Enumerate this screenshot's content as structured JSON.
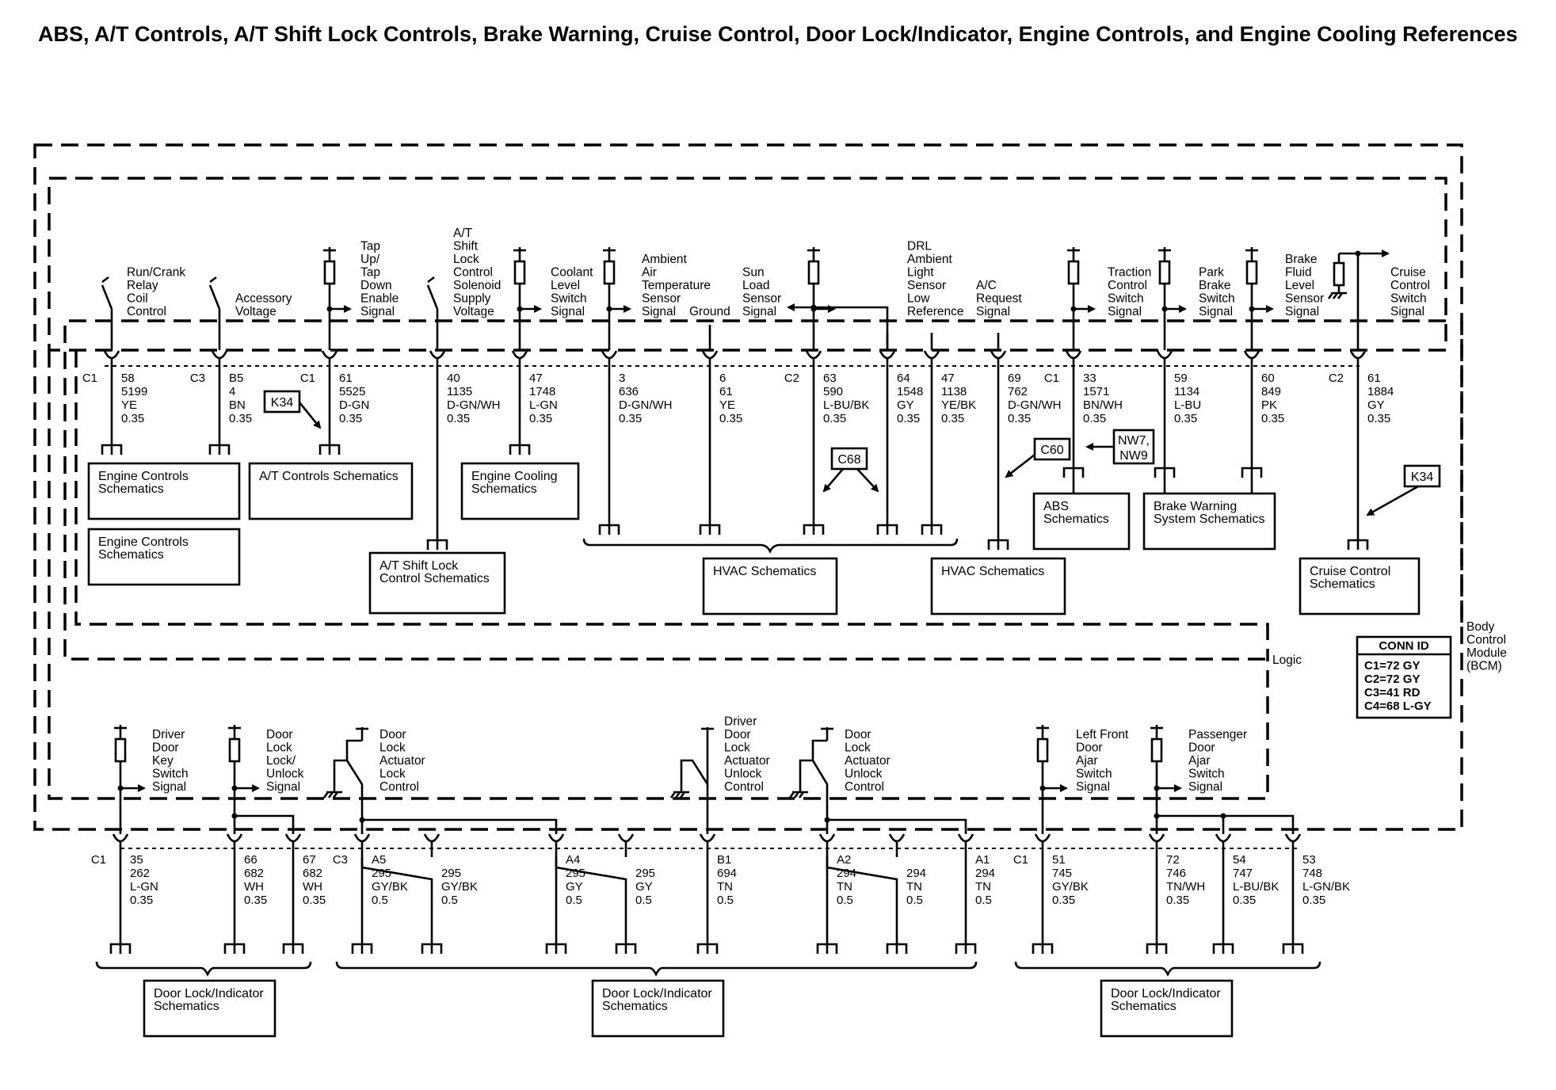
{
  "title": "ABS, A/T Controls, A/T Shift Lock Controls, Brake Warning, Cruise Control, Door Lock/Indicator, Engine Controls, and Engine Cooling References",
  "module_label": [
    "Body",
    "Control",
    "Module",
    "(BCM)"
  ],
  "logic_label": "Logic",
  "conn_id": {
    "header": "CONN ID",
    "lines": [
      "C1=72 GY",
      "C2=72 GY",
      "C3=41 RD",
      "C4=68 L-GY"
    ]
  },
  "top_circuits": [
    {
      "signal": [
        "Run/Crank",
        "Relay",
        "Coil",
        "Control"
      ],
      "connector": "C1",
      "pin": "58",
      "circuit": "5199",
      "color": "YE",
      "size": "0.35"
    },
    {
      "signal": [
        "Accessory",
        "Voltage"
      ],
      "connector": "C3",
      "pin": "B5",
      "circuit": "4",
      "color": "BN",
      "size": "0.35"
    },
    {
      "signal": [
        "Tap",
        "Up/",
        "Tap",
        "Down",
        "Enable",
        "Signal"
      ],
      "connector": "C1",
      "pin": "61",
      "circuit": "5525",
      "color": "D-GN",
      "size": "0.35"
    },
    {
      "signal": [
        "A/T",
        "Shift",
        "Lock",
        "Control",
        "Solenoid",
        "Supply",
        "Voltage"
      ],
      "connector": "",
      "pin": "40",
      "circuit": "1135",
      "color": "D-GN/WH",
      "size": "0.35"
    },
    {
      "signal": [
        "Coolant",
        "Level",
        "Switch",
        "Signal"
      ],
      "connector": "",
      "pin": "47",
      "circuit": "1748",
      "color": "L-GN",
      "size": "0.35"
    },
    {
      "signal": [
        "Ambient",
        "Air",
        "Temperature",
        "Sensor",
        "Signal"
      ],
      "connector": "",
      "pin": "3",
      "circuit": "636",
      "color": "D-GN/WH",
      "size": "0.35"
    },
    {
      "signal": [
        "Ground"
      ],
      "connector": "",
      "pin": "6",
      "circuit": "61",
      "color": "YE",
      "size": "0.35"
    },
    {
      "signal": [
        "Sun",
        "Load",
        "Sensor",
        "Signal"
      ],
      "connector": "C2",
      "pin": "63",
      "circuit": "590",
      "color": "L-BU/BK",
      "size": "0.35"
    },
    {
      "signal": [],
      "connector": "",
      "pin": "64",
      "circuit": "1548",
      "color": "GY",
      "size": "0.35"
    },
    {
      "signal": [
        "DRL",
        "Ambient",
        "Light",
        "Sensor",
        "Low",
        "Reference"
      ],
      "connector": "",
      "pin": "47",
      "circuit": "1138",
      "color": "YE/BK",
      "size": "0.35"
    },
    {
      "signal": [
        "A/C",
        "Request",
        "Signal"
      ],
      "connector": "",
      "pin": "69",
      "circuit": "762",
      "color": "D-GN/WH",
      "size": "0.35"
    },
    {
      "signal": [
        "Traction",
        "Control",
        "Switch",
        "Signal"
      ],
      "connector": "C1",
      "pin": "33",
      "circuit": "1571",
      "color": "BN/WH",
      "size": "0.35"
    },
    {
      "signal": [
        "Park",
        "Brake",
        "Switch",
        "Signal"
      ],
      "connector": "",
      "pin": "59",
      "circuit": "1134",
      "color": "L-BU",
      "size": "0.35"
    },
    {
      "signal": [
        "Brake",
        "Fluid",
        "Level",
        "Sensor",
        "Signal"
      ],
      "connector": "",
      "pin": "60",
      "circuit": "849",
      "color": "PK",
      "size": "0.35"
    },
    {
      "signal": [
        "Cruise",
        "Control",
        "Switch",
        "Signal"
      ],
      "connector": "C2",
      "pin": "61",
      "circuit": "1884",
      "color": "GY",
      "size": "0.35"
    }
  ],
  "top_boxes": [
    [
      "Engine Controls",
      "Schematics"
    ],
    [
      "Engine Controls",
      "Schematics"
    ],
    [
      "A/T Controls Schematics"
    ],
    [
      "Engine Cooling",
      "Schematics"
    ],
    [
      "A/T Shift Lock",
      "Control Schematics"
    ],
    [
      "HVAC Schematics"
    ],
    [
      "HVAC Schematics"
    ],
    [
      "ABS",
      "Schematics"
    ],
    [
      "Brake Warning",
      "System Schematics"
    ],
    [
      "Cruise Control",
      "Schematics"
    ]
  ],
  "tags": [
    "K34",
    "C68",
    "C60",
    "NW7,",
    "NW9",
    "K34"
  ],
  "bottom_signals": [
    [
      "Driver",
      "Door",
      "Key",
      "Switch",
      "Signal"
    ],
    [
      "Door",
      "Lock",
      "Lock/",
      "Unlock",
      "Signal"
    ],
    [
      "Door",
      "Lock",
      "Actuator",
      "Lock",
      "Control"
    ],
    [
      "Driver",
      "Door",
      "Lock",
      "Actuator",
      "Unlock",
      "Control"
    ],
    [
      "Door",
      "Lock",
      "Actuator",
      "Unlock",
      "Control"
    ],
    [
      "Left Front",
      "Door",
      "Ajar",
      "Switch",
      "Signal"
    ],
    [
      "Passenger",
      "Door",
      "Ajar",
      "Switch",
      "Signal"
    ]
  ],
  "bottom_circuits": [
    {
      "connector": "C1",
      "pin": "35",
      "circuit": "262",
      "color": "L-GN",
      "size": "0.35"
    },
    {
      "connector": "",
      "pin": "66",
      "circuit": "682",
      "color": "WH",
      "size": "0.35"
    },
    {
      "connector": "",
      "pin": "67",
      "circuit": "682",
      "color": "WH",
      "size": "0.35"
    },
    {
      "connector": "C3",
      "pin": "A5",
      "circuit": "295",
      "color": "GY/BK",
      "size": "0.5"
    },
    {
      "connector": "",
      "pin": "",
      "circuit": "295",
      "color": "GY/BK",
      "size": "0.5"
    },
    {
      "connector": "",
      "pin": "A4",
      "circuit": "295",
      "color": "GY",
      "size": "0.5"
    },
    {
      "connector": "",
      "pin": "",
      "circuit": "295",
      "color": "GY",
      "size": "0.5"
    },
    {
      "connector": "",
      "pin": "B1",
      "circuit": "694",
      "color": "TN",
      "size": "0.5"
    },
    {
      "connector": "",
      "pin": "A2",
      "circuit": "294",
      "color": "TN",
      "size": "0.5"
    },
    {
      "connector": "",
      "pin": "",
      "circuit": "294",
      "color": "TN",
      "size": "0.5"
    },
    {
      "connector": "",
      "pin": "A1",
      "circuit": "294",
      "color": "TN",
      "size": "0.5"
    },
    {
      "connector": "C1",
      "pin": "51",
      "circuit": "745",
      "color": "GY/BK",
      "size": "0.35"
    },
    {
      "connector": "",
      "pin": "72",
      "circuit": "746",
      "color": "TN/WH",
      "size": "0.35"
    },
    {
      "connector": "",
      "pin": "54",
      "circuit": "747",
      "color": "L-BU/BK",
      "size": "0.35"
    },
    {
      "connector": "",
      "pin": "53",
      "circuit": "748",
      "color": "L-GN/BK",
      "size": "0.35"
    }
  ],
  "bottom_boxes": [
    [
      "Door Lock/Indicator",
      "Schematics"
    ],
    [
      "Door Lock/Indicator",
      "Schematics"
    ],
    [
      "Door Lock/Indicator",
      "Schematics"
    ]
  ]
}
